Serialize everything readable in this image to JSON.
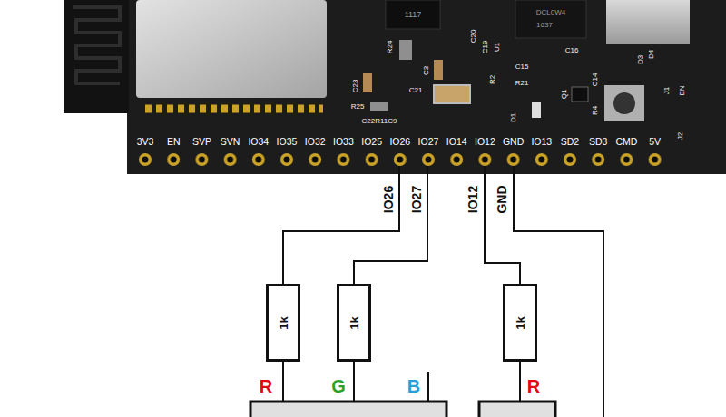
{
  "diagram": {
    "nodes": [
      {
        "text": [
          "1k"
        ]
      },
      {
        "text": [
          "1k"
        ]
      },
      {
        "text": [
          "1k"
        ]
      }
    ],
    "labels": [
      "3V3",
      "EN",
      "SVP",
      "SVN",
      "IO34",
      "IO35",
      "IO32",
      "IO33",
      "IO25",
      "IO26",
      "IO27",
      "IO14",
      "IO12",
      "GND",
      "IO13",
      "SD2",
      "SD3",
      "CMD",
      "5V",
      "IO26",
      "IO27",
      "IO12",
      "GND",
      "R",
      "G",
      "B",
      "R",
      "1117",
      "DCL0W4",
      "1637",
      "R24",
      "C23",
      "C3",
      "C21",
      "R25",
      "C22R11C9",
      "C20",
      "C19",
      "U1",
      "C16",
      "C15",
      "R2",
      "R21",
      "D1",
      "Q1",
      "C14",
      "R4",
      "D3",
      "D4",
      "J1",
      "EN",
      "J2"
    ]
  }
}
